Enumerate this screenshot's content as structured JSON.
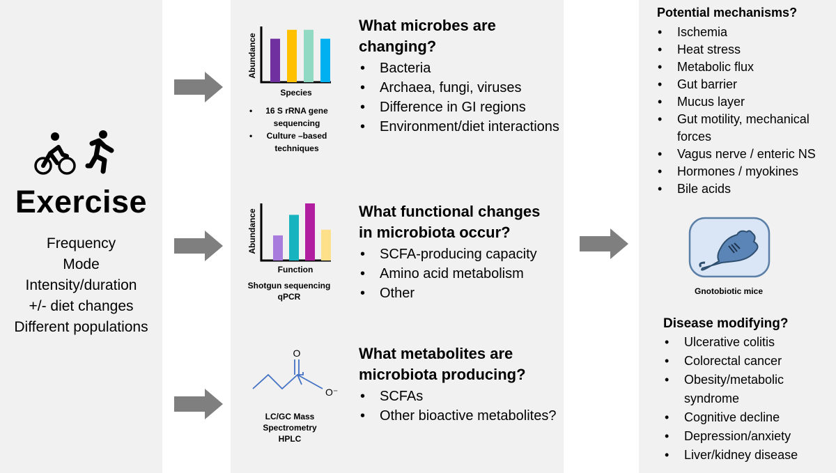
{
  "exercise": {
    "title": "Exercise",
    "factors": [
      "Frequency",
      "Mode",
      "Intensity/duration",
      "+/- diet changes",
      "Different populations"
    ],
    "icons": [
      "cyclist-icon",
      "runner-icon"
    ]
  },
  "rows": [
    {
      "chart": {
        "ylabel": "Abundance",
        "xlabel": "Species"
      },
      "methods": [
        "16 S rRNA gene sequencing",
        "Culture –based techniques"
      ],
      "question": "What microbes are changing?",
      "items": [
        "Bacteria",
        "Archaea, fungi, viruses",
        "Difference in GI regions",
        "Environment/diet interactions"
      ]
    },
    {
      "chart": {
        "ylabel": "Abundance",
        "xlabel": "Function"
      },
      "method_caption_lines": [
        "Shotgun sequencing",
        "qPCR"
      ],
      "question": "What functional changes in microbiota occur?",
      "items": [
        "SCFA-producing capacity",
        "Amino acid metabolism",
        "Other"
      ]
    },
    {
      "molecule": {
        "atom_o": "O",
        "atom_o_minus": "O⁻"
      },
      "method_caption_lines": [
        "LC/GC Mass",
        "Spectrometry",
        "HPLC"
      ],
      "question": "What metabolites are microbiota producing?",
      "items": [
        "SCFAs",
        "Other bioactive metabolites?"
      ]
    }
  ],
  "chart_data": [
    {
      "type": "bar",
      "xlabel": "Species",
      "ylabel": "Abundance",
      "values": [
        0.78,
        0.94,
        0.94,
        0.78
      ],
      "colors": [
        "#7030a0",
        "#ffc000",
        "#92d9c3",
        "#00b0f0"
      ]
    },
    {
      "type": "bar",
      "xlabel": "Function",
      "ylabel": "Abundance",
      "values": [
        0.44,
        0.8,
        1.0,
        0.54
      ],
      "colors": [
        "#a77cdc",
        "#17b3bf",
        "#b11ea0",
        "#ffe08a"
      ]
    }
  ],
  "right": {
    "mechanisms_title": "Potential mechanisms?",
    "mechanisms": [
      "Ischemia",
      "Heat stress",
      "Metabolic flux",
      "Gut barrier",
      "Mucus layer",
      "Gut motility, mechanical forces",
      "Vagus nerve / enteric NS",
      "Hormones / myokines",
      "Bile acids"
    ],
    "mouse_caption": "Gnotobiotic mice",
    "disease_title": "Disease modifying?",
    "diseases": [
      "Ulcerative colitis",
      "Colorectal cancer",
      "Obesity/metabolic syndrome",
      "Cognitive decline",
      "Depression/anxiety",
      "Liver/kidney disease"
    ]
  },
  "colors": {
    "panel": "#f1f1f1",
    "arrow": "#7f7f7f",
    "molecule": "#4472c4",
    "mouse_fill": "#5b84b7",
    "mouse_bg": "#dae6f5",
    "mouse_outline": "#2f4f6f"
  }
}
